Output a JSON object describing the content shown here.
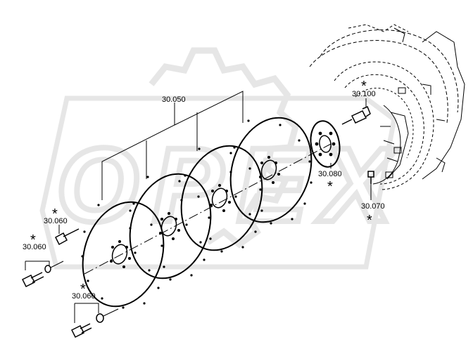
{
  "diagram": {
    "labels": {
      "disc_pack": "30.050",
      "hub_screw": "30.100",
      "hub_plate": "30.080",
      "small_bolt": "30.070",
      "screw_top": "30.060",
      "screw_mid": "30.060",
      "screw_bottom": "30.060"
    },
    "asterisk": "*",
    "watermark": "OPEX",
    "colors": {
      "line": "#000000",
      "watermark": "#e6e6e6",
      "background": "#ffffff"
    }
  }
}
